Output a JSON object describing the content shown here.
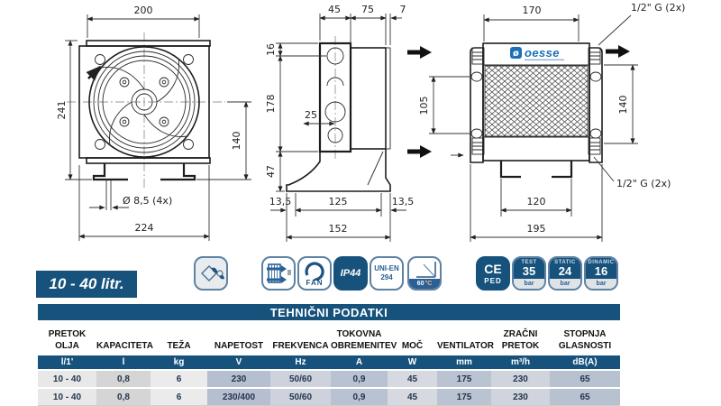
{
  "colors": {
    "navy": "#16527c",
    "badge_border": "#5d82a4",
    "logo_blue": "#1a70b8",
    "row_grey_light": "#e8e8e8",
    "row_blue_grey": "#b6bfd0"
  },
  "capacity_label": "10 - 40 litr.",
  "front_view": {
    "dim_top_width": "200",
    "dim_left_height": "241",
    "dim_right_height": "140",
    "dim_holes": "Ø 8,5 (4x)",
    "dim_bottom_width": "224"
  },
  "side_view": {
    "dim_plate_width": "45",
    "dim_body_width": "75",
    "dim_cap": "7",
    "dim_top_offset": "16",
    "dim_height": "178",
    "dim_port_offset": "25",
    "dim_foot_height": "47",
    "dim_foot_left": "13,5",
    "dim_foot_holes": "125",
    "dim_foot_right": "13,5",
    "dim_foot_width": "152"
  },
  "rear_view": {
    "logo": "oesse",
    "dim_top_width": "170",
    "fitting_top": "1/2\" G (2x)",
    "dim_bracket_holes": "105",
    "dim_core_height": "140",
    "fitting_bottom": "1/2\" G (2x)",
    "dim_feet_span": "120",
    "dim_bottom_width": "195"
  },
  "badges": {
    "fan_text": "FAN",
    "ip_rating": "IP44",
    "standard": "UNI-EN\n294",
    "temp_value": "60",
    "temp_unit": "°C",
    "ce": "CE",
    "ped": "PED",
    "test_label": "TEST",
    "test_value": "35",
    "test_unit": "bar",
    "static_label": "STATIC",
    "static_value": "24",
    "static_unit": "bar",
    "dinamic_label": "DINAMIC",
    "dinamic_value": "16",
    "dinamic_unit": "bar"
  },
  "table": {
    "title": "TEHNIČNI PODATKI",
    "headers": [
      "PRETOK\nOLJA",
      "KAPACITETA",
      "TEŽA",
      "NAPETOST",
      "FREKVENCA",
      "TOKOVNA\nOBREMENITEV",
      "MOČ",
      "VENTILATOR",
      "ZRAČNI\nPRETOK",
      "STOPNJA\nGLASNOSTI"
    ],
    "units": [
      "l/1'",
      "l",
      "kg",
      "V",
      "Hz",
      "A",
      "W",
      "mm",
      "m³/h",
      "dB(A)"
    ],
    "rows": [
      [
        "10 - 40",
        "0,8",
        "6",
        "230",
        "50/60",
        "0,9",
        "45",
        "175",
        "230",
        "65"
      ],
      [
        "10 - 40",
        "0,8",
        "6",
        "230/400",
        "50/60",
        "0,9",
        "45",
        "175",
        "230",
        "65"
      ]
    ]
  }
}
